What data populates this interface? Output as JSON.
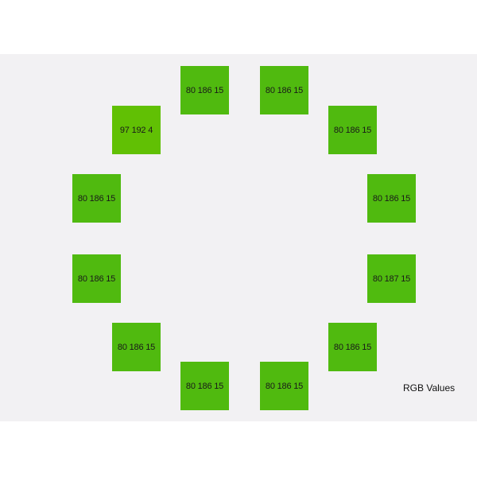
{
  "caption": "RGB Values",
  "swatches": [
    {
      "label": "80 186 15",
      "color": "#50ba0f"
    },
    {
      "label": "80 186 15",
      "color": "#50ba0f"
    },
    {
      "label": "80 186 15",
      "color": "#50ba0f"
    },
    {
      "label": "80 186 15",
      "color": "#50ba0f"
    },
    {
      "label": "80 187 15",
      "color": "#50bb0f"
    },
    {
      "label": "80 186 15",
      "color": "#50ba0f"
    },
    {
      "label": "80 186 15",
      "color": "#50ba0f"
    },
    {
      "label": "80 186 15",
      "color": "#50ba0f"
    },
    {
      "label": "80 186 15",
      "color": "#50ba0f"
    },
    {
      "label": "80 186 15",
      "color": "#50ba0f"
    },
    {
      "label": "80 186 15",
      "color": "#50ba0f"
    },
    {
      "label": "97 192 4",
      "color": "#61c004"
    }
  ]
}
